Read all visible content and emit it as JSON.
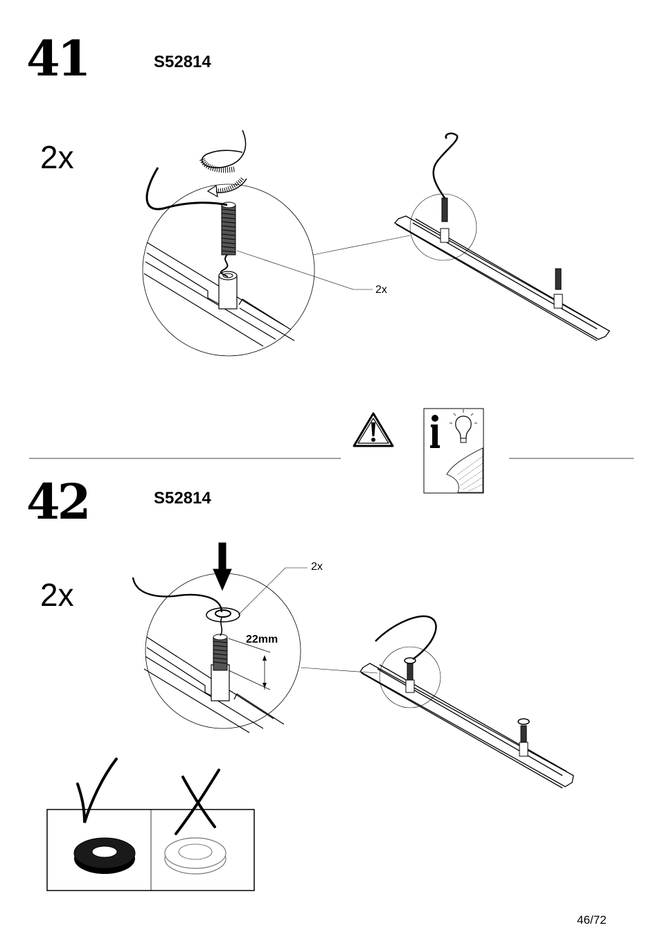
{
  "steps": [
    {
      "number": "41",
      "part_code": "S52814",
      "quantity": "2x",
      "callout_qty": "2x"
    },
    {
      "number": "42",
      "part_code": "S52814",
      "quantity": "2x",
      "callout_qty": "2x",
      "dimension": "22mm"
    }
  ],
  "icons": {
    "warning": "warning-triangle-icon",
    "info": "info-lightbulb-icon",
    "correct": "checkmark-icon",
    "wrong": "cross-icon"
  },
  "footer": {
    "page": "46/72"
  }
}
